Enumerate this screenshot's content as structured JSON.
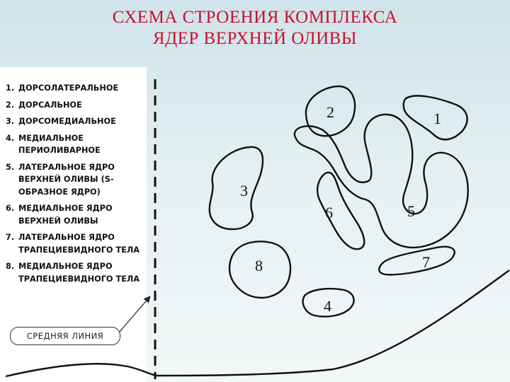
{
  "title": {
    "line1": "СХЕМА СТРОЕНИЯ КОМПЛЕКСА",
    "line2": "ЯДЕР ВЕРХНЕЙ ОЛИВЫ"
  },
  "legend": {
    "items": [
      {
        "num": "1.",
        "text": "ДОРСОЛАТЕРАЛЬНОЕ"
      },
      {
        "num": "2.",
        "text": "ДОРСАЛЬНОЕ"
      },
      {
        "num": "3.",
        "text": "ДОРСОМЕДИАЛЬНОЕ"
      },
      {
        "num": "4.",
        "text": "МЕДИАЛЬНОЕ ПЕРИОЛИВАРНОЕ"
      },
      {
        "num": "5.",
        "text": "ЛАТЕРАЛЬНОЕ ЯДРО ВЕРХНЕЙ ОЛИВЫ (S-ОБРАЗНОЕ ЯДРО)"
      },
      {
        "num": "6.",
        "text": "МЕДИАЛЬНОЕ ЯДРО ВЕРХНЕЙ ОЛИВЫ"
      },
      {
        "num": "7.",
        "text": "ЛАТЕРАЛЬНОЕ ЯДРО ТРАПЕЦИЕВИДНОГО ТЕЛА"
      },
      {
        "num": "8.",
        "text": "МЕДИАЛЬНОЕ ЯДРО ТРАПЕЦИЕВИДНОГО ТЕЛА"
      }
    ]
  },
  "midline_label": "СРЕДНЯЯ ЛИНИЯ",
  "nuclei_labels": {
    "n1": "1",
    "n2": "2",
    "n3": "3",
    "n4": "4",
    "n5": "5",
    "n6": "6",
    "n7": "7",
    "n8": "8"
  }
}
